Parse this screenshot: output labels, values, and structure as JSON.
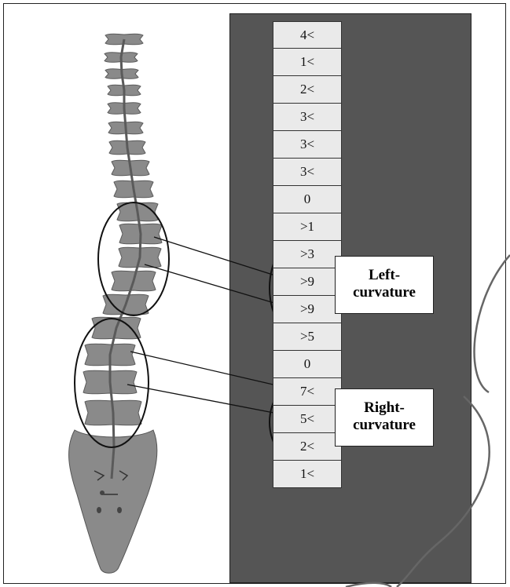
{
  "angles": [
    "4<",
    "1<",
    "2<",
    "3<",
    "3<",
    "3<",
    "0",
    ">1",
    ">3",
    ">9",
    ">9",
    ">5",
    "0",
    "7<",
    "5<",
    "2<",
    "1<"
  ],
  "labels": {
    "left_curvature": [
      "Left-",
      "curvature"
    ],
    "right_curvature": [
      "Right-",
      "curvature"
    ]
  },
  "colors": {
    "panel": "#555555",
    "cell": "#eaeaea",
    "bone": "#8a8a8a",
    "outline": "#111111"
  },
  "icons": [
    "spine-vertebrae-illustration",
    "sacrum-illustration"
  ]
}
